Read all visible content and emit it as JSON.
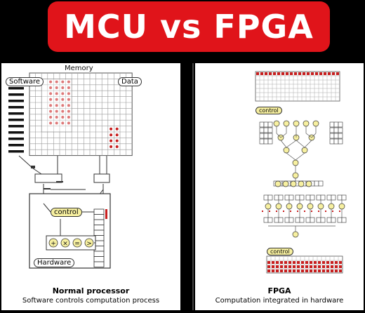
{
  "title": "MCU vs FPGA",
  "left": {
    "memory_label": "Memory",
    "software_label": "Software",
    "data_label": "Data",
    "control_label": "control",
    "hardware_label": "Hardware",
    "ops": [
      "+",
      "×",
      "=",
      ">"
    ],
    "caption_title": "Normal processor",
    "caption_sub": "Software controls computation process"
  },
  "right": {
    "control_label_top": "control",
    "control_label_bottom": "control",
    "caption_title": "FPGA",
    "caption_sub": "Computation integrated in hardware"
  },
  "colors": {
    "banner": "#e0141a",
    "highlight": "#f7f0a0",
    "dot": "#c81e1e"
  }
}
